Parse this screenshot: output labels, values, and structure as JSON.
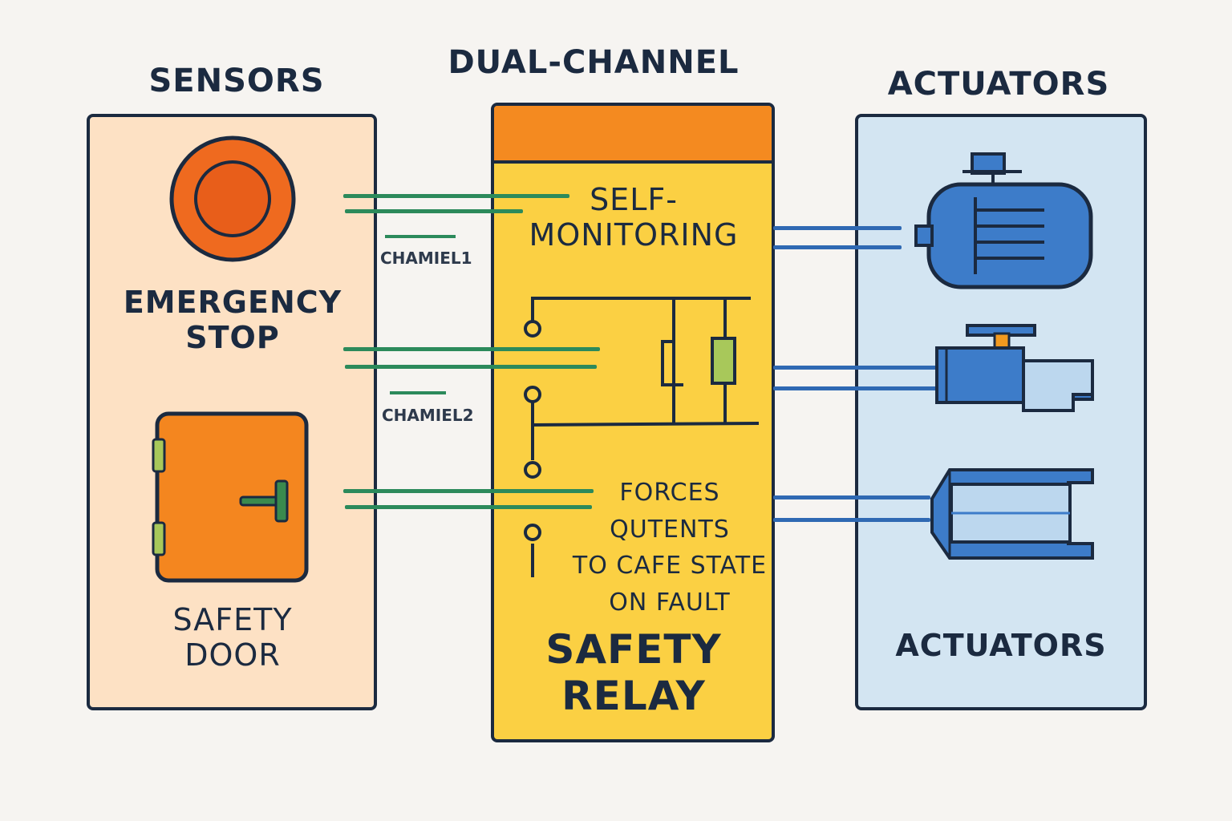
{
  "headings": {
    "sensors": "SENSORS",
    "dual_channel": "DUAL-CHANNEL",
    "actuators": "ACTUATORS"
  },
  "sensors": {
    "emergency_stop": "EMERGENCY\nSTOP",
    "safety_door": "SAFETY\nDOOR"
  },
  "channels": {
    "channel_1": "CHAMIEL1",
    "channel_2": "CHAMIEL2"
  },
  "relay": {
    "self_monitoring": "SELF-\nMONITORING",
    "forces_note": "FORCES\nQUTENTS\nTO CAFE STATE\nON FAULT",
    "title": "SAFETY\nRELAY"
  },
  "actuators": {
    "label": "ACTUATORS"
  },
  "colors": {
    "background": "#f6f4f1",
    "outline": "#1b2a40",
    "sensor_panel": "#fde1c4",
    "relay_panel": "#fbd043",
    "relay_header": "#f48a20",
    "actuator_panel": "#d3e5f2",
    "wire_green": "#2c8a5b",
    "wire_blue": "#2f69b3",
    "estop_orange": "#ef6a1f",
    "door_orange": "#f4861f",
    "actuator_blue": "#3d7cc9"
  },
  "icons": [
    "emergency-stop-icon",
    "safety-door-icon",
    "motor-icon",
    "valve-icon",
    "cylinder-icon",
    "relay-circuit-icon"
  ]
}
